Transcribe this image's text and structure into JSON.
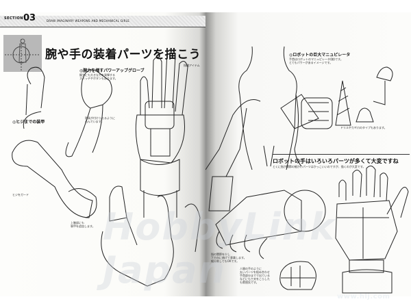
{
  "left_page": {
    "section_label": "SECTION",
    "section_number": "03",
    "section_subtitle": "DRAW IMAGINARY WEAPONS AND MECHANICAL GIRLE",
    "title": "腕や手の装着パーツを描こう",
    "subheadings": [
      "◎腕力を増すパワーアップグローブ",
      "◎ヒジまでの装甲"
    ],
    "notes": {
      "glove": "握力にも大きな力を発揮する\nスイッチやボタンもあります。",
      "ring": "指輪アイテム",
      "fist": "防具が付けられるように\n凸んでいます。",
      "elbow": "ヒジをガード",
      "upper_arm": "上腕部にも\n装甲を追加します。"
    }
  },
  "right_page": {
    "subheading": "◎ロボットの巨大マニュピレータ",
    "manipulator_note": "手首はロボットのマニュピレータ(腕)です。\nとてもパワーがあるイメージです。",
    "drill_note": "ドリルやカギ爪のタイプもあります。",
    "section_heading": "ロボットの手はいろいろパーツが多くて大変ですね",
    "section_note": "とくに指が関節の細かいパーツはかっこいいのですが、描くのが大変です。",
    "notes": {
      "fingers": "指の関節を少し\n下方向に曲げて意識します。\n細分割してもOKです。",
      "human": "人間の手のように\n丸いパーツを組み合わせ\n手首部分までで出ている\nなどにも工夫をこらした\nも雰囲気です。"
    }
  },
  "watermark": {
    "text": "www.hlj.com",
    "logo": "HobbyLink Japan"
  }
}
